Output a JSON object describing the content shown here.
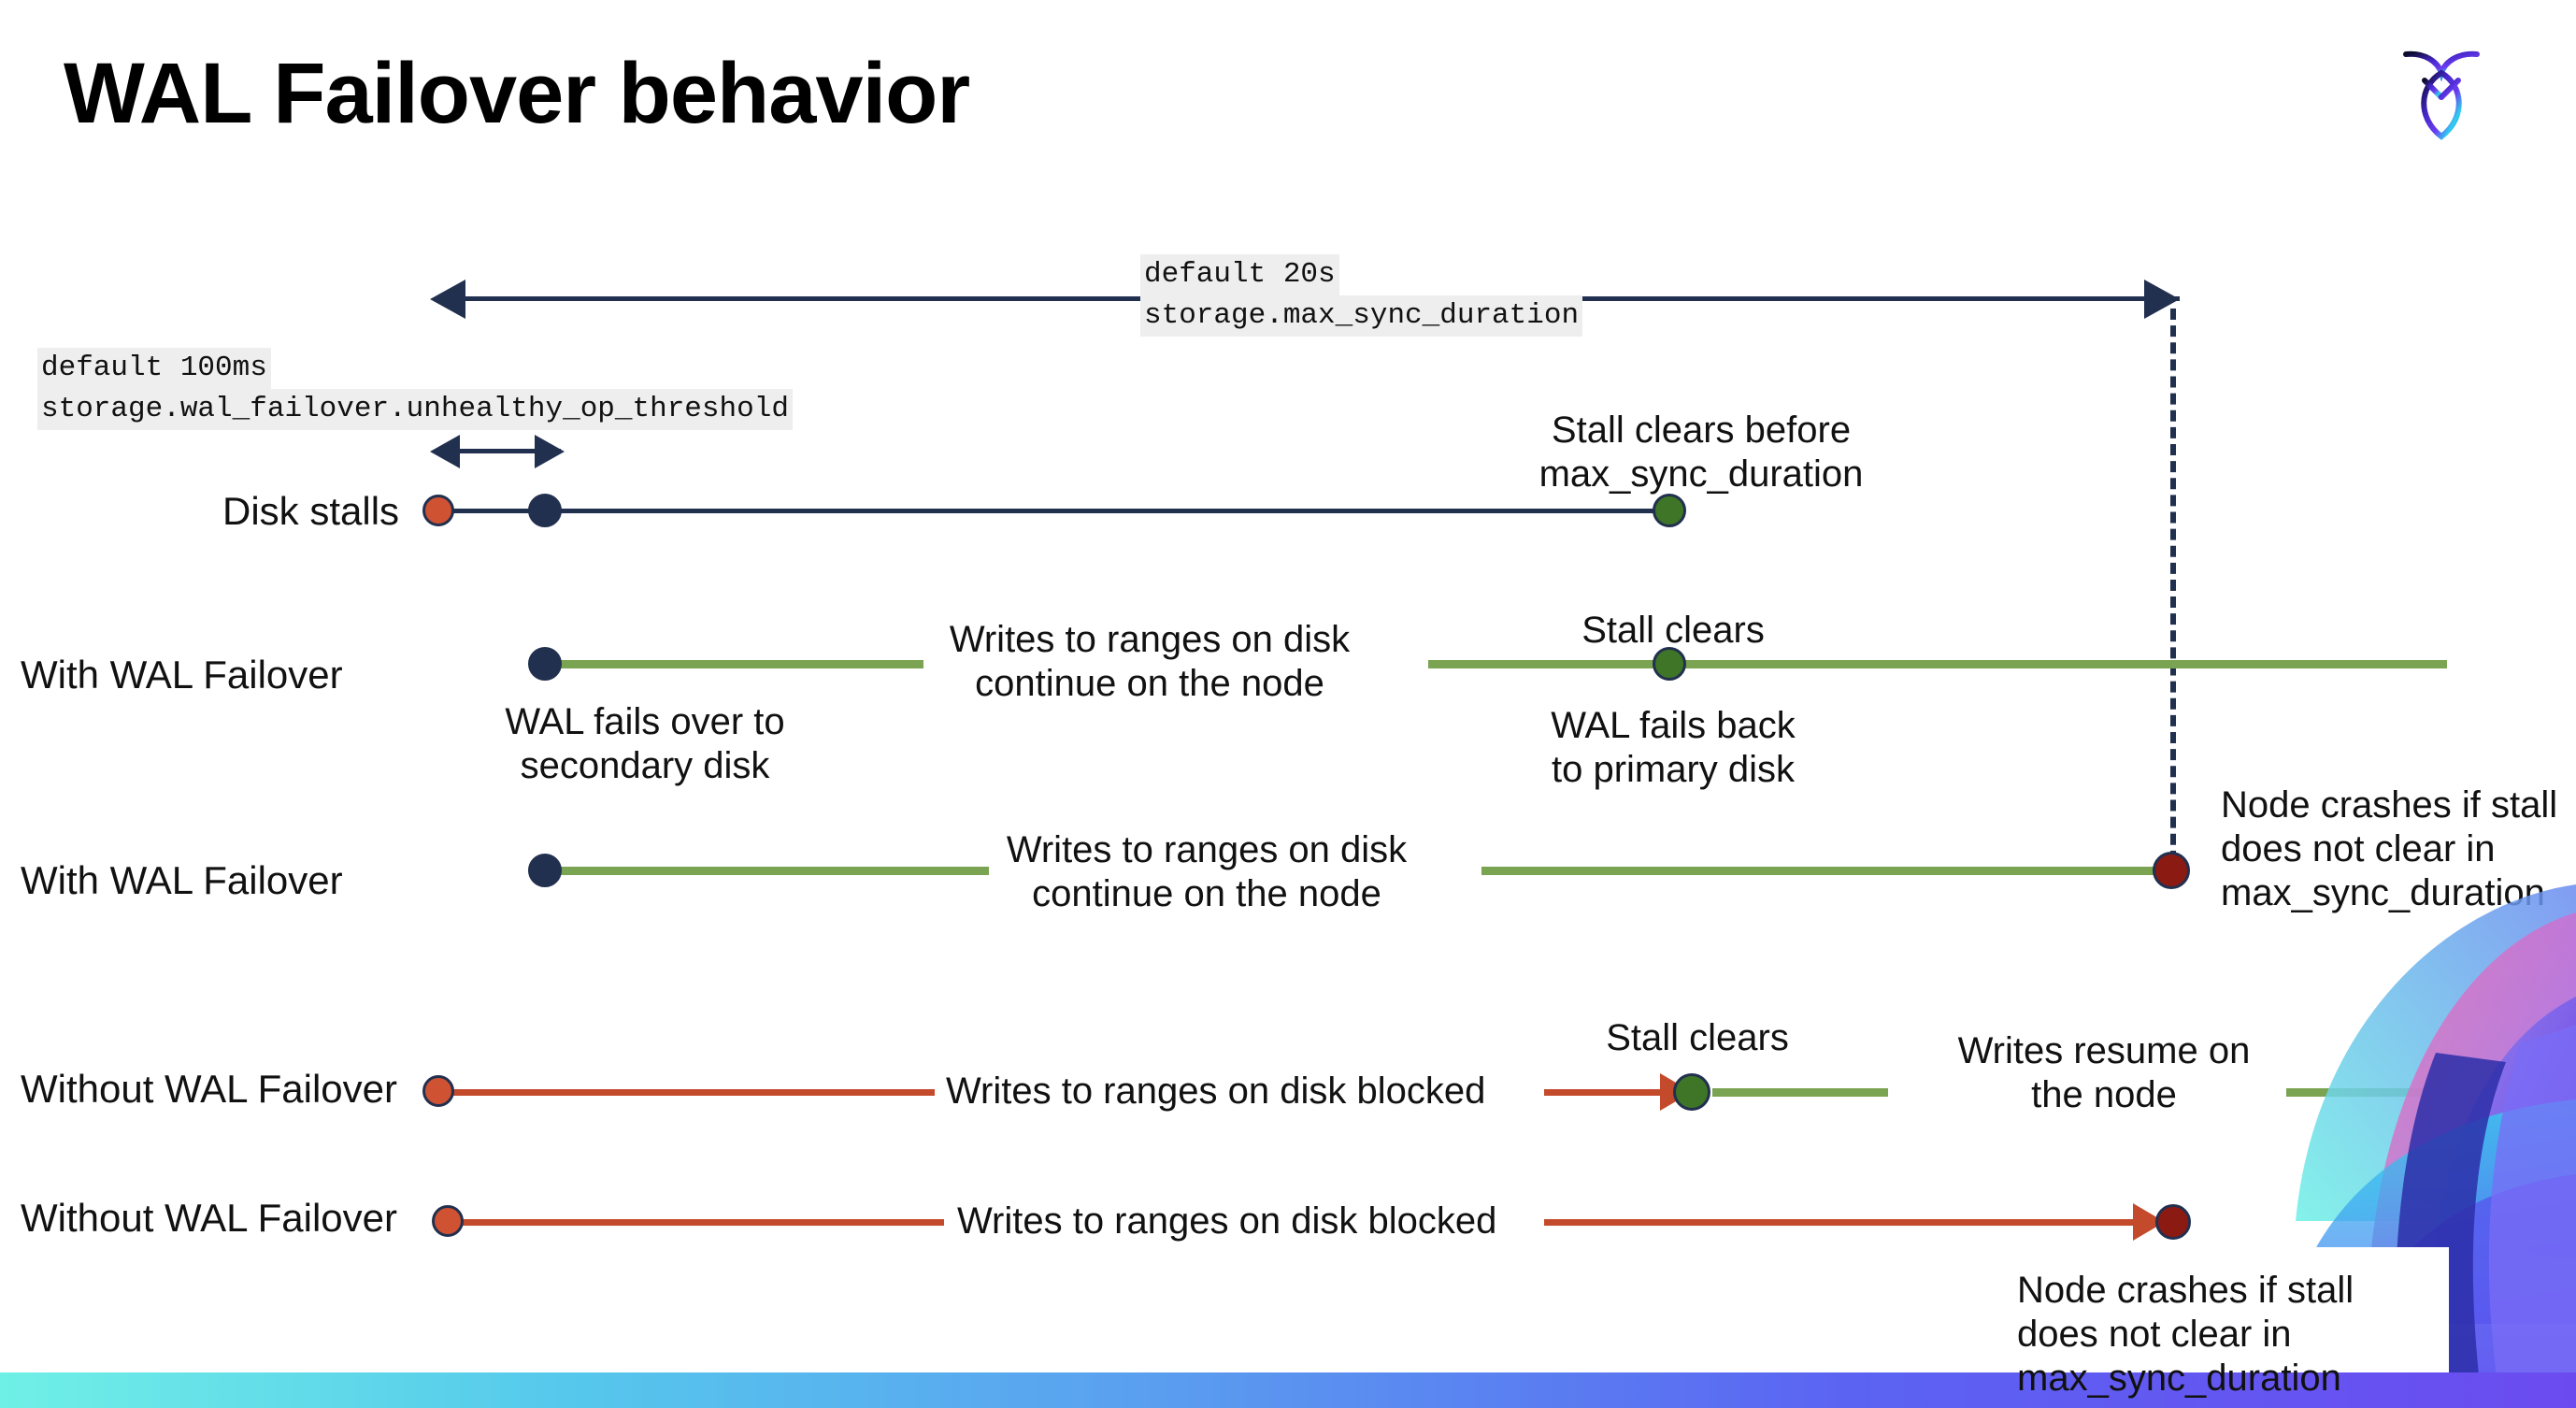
{
  "slide": {
    "title": "WAL Failover behavior",
    "logo_icon": "cockroachdb-logo-icon"
  },
  "annotations": {
    "max_sync": {
      "default": "default 20s",
      "setting": "storage.max_sync_duration"
    },
    "unhealthy_threshold": {
      "default": "default 100ms",
      "setting": "storage.wal_failover.unhealthy_op_threshold"
    }
  },
  "rows": [
    {
      "label": "Disk stalls",
      "notes": [
        {
          "text": "Stall clears before",
          "text2": "max_sync_duration"
        }
      ]
    },
    {
      "label": "With WAL Failover",
      "notes": [
        {
          "text": "Writes to ranges on disk",
          "text2": "continue on the node"
        },
        {
          "text": "Stall clears"
        },
        {
          "text": "WAL fails over to",
          "text2": "secondary disk"
        },
        {
          "text": "WAL fails  back",
          "text2": "to primary disk"
        }
      ]
    },
    {
      "label": "With WAL Failover",
      "notes": [
        {
          "text": "Writes to ranges on disk",
          "text2": "continue on the node"
        },
        {
          "text": "Node crashes if stall",
          "text2": "does not clear in",
          "text3": "max_sync_duration"
        }
      ]
    },
    {
      "label": "Without WAL Failover",
      "notes": [
        {
          "text": "Writes to ranges on disk  blocked"
        },
        {
          "text": "Stall clears"
        },
        {
          "text": "Writes resume on",
          "text2": "the node"
        }
      ]
    },
    {
      "label": "Without WAL Failover",
      "notes": [
        {
          "text": "Writes to ranges on disk  blocked"
        },
        {
          "text": "Node crashes if stall",
          "text2": "does not clear in",
          "text3": "max_sync_duration"
        }
      ]
    }
  ],
  "text": {
    "disk_stalls": "Disk stalls",
    "with_wal_failover_1": "With WAL Failover",
    "with_wal_failover_2": "With WAL Failover",
    "without_wal_failover_1": "Without WAL Failover",
    "without_wal_failover_2": "Without WAL Failover",
    "stall_clears_before_l1": "Stall clears before",
    "stall_clears_before_l2": "max_sync_duration",
    "writes_continue_a_l1": "Writes to ranges on disk",
    "writes_continue_a_l2": "continue on the node",
    "writes_continue_b_l1": "Writes to ranges on disk",
    "writes_continue_b_l2": "continue on the node",
    "stall_clears_row2": "Stall clears",
    "wal_fails_over_l1": "WAL fails over to",
    "wal_fails_over_l2": "secondary disk",
    "wal_fails_back_l1": "WAL fails  back",
    "wal_fails_back_l2": "to primary disk",
    "node_crashes_1_l1": "Node crashes if stall",
    "node_crashes_1_l2": "does not clear in",
    "node_crashes_1_l3": "max_sync_duration",
    "writes_blocked_1": "Writes to ranges on disk  blocked",
    "writes_blocked_2": "Writes to ranges on disk  blocked",
    "stall_clears_row4": "Stall clears",
    "writes_resume_l1": "Writes resume on",
    "writes_resume_l2": "the node",
    "node_crashes_2_l1": "Node crashes if stall",
    "node_crashes_2_l2": "does not clear in",
    "node_crashes_2_l3": "max_sync_duration"
  },
  "colors": {
    "navy": "#22304f",
    "green_line": "#7aa352",
    "orange_line": "#c44a2c",
    "dot_red": "#cf5233",
    "dot_green": "#3f7527",
    "dot_dark_red": "#8b1a13",
    "chip_bg": "#eeeeee",
    "bar_gradient_start": "#6ff0e6",
    "bar_gradient_end": "#6b4bf0"
  }
}
